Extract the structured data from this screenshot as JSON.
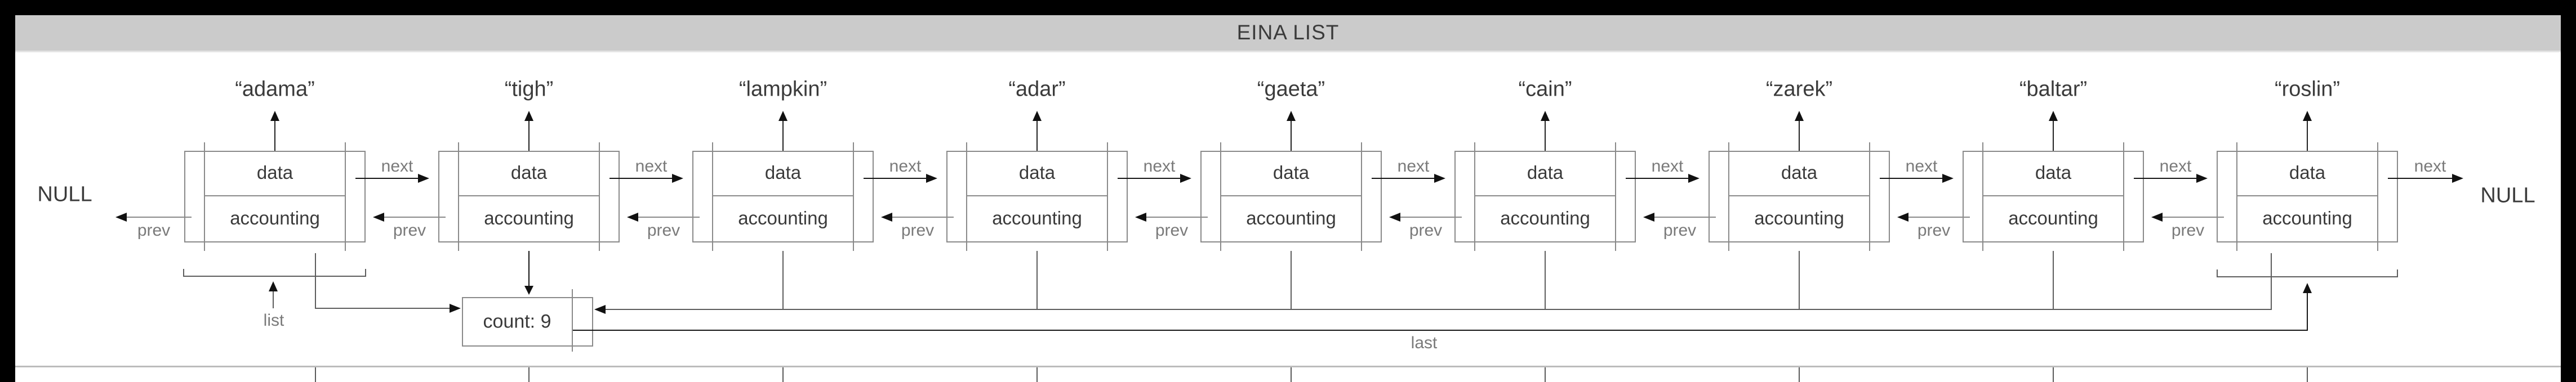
{
  "title_bar": {
    "title": "EINA LIST"
  },
  "diagram": {
    "null_left": "NULL",
    "null_right": "NULL",
    "node_cell_top": "data",
    "node_cell_bottom": "accounting",
    "next_label": "next",
    "prev_label": "prev",
    "list_label": "list",
    "last_label": "last",
    "count_label": "count: 9",
    "nodes": [
      {
        "name": "“adama”"
      },
      {
        "name": "“tigh”"
      },
      {
        "name": "“lampkin”"
      },
      {
        "name": "“adar”"
      },
      {
        "name": "“gaeta”"
      },
      {
        "name": "“cain”"
      },
      {
        "name": "“zarek”"
      },
      {
        "name": "“baltar”"
      },
      {
        "name": "“roslin”"
      }
    ]
  },
  "colors": {
    "frame_black": "#000000",
    "title_bar_bg": "#cbcbcb",
    "text": "#3b3b3b",
    "muted_label": "#7a7a7a",
    "box_border": "#8a8a8a",
    "next_arrow": "#151515",
    "prev_arrow": "#8a8a8a",
    "link_line": "#5d5d5d",
    "separator": "#bcbcbc"
  }
}
